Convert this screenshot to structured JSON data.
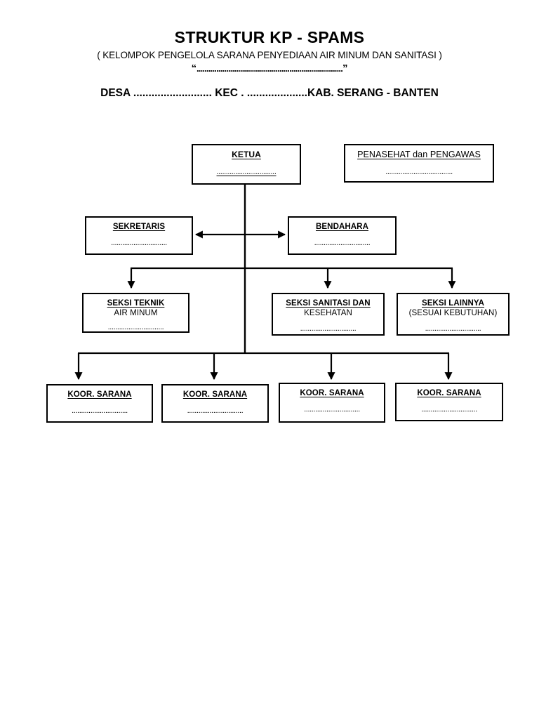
{
  "header": {
    "title": "STRUKTUR KP - SPAMS",
    "subtitle": "( KELOMPOK PENGELOLA SARANA PENYEDIAAN AIR MINUM DAN SANITASI )",
    "quote_open": "“",
    "quote_dots": "..........................................................................",
    "quote_close": "”",
    "location": "DESA ..........................   KEC . ....................KAB. SERANG - BANTEN"
  },
  "chart_data": {
    "type": "diagram",
    "title": "STRUKTUR KP - SPAMS",
    "orientation": "top-down organizational hierarchy",
    "nodes": [
      {
        "id": "ketua",
        "title": "KETUA",
        "title_underlined": true,
        "fill_line": "................................",
        "fill_underlined": true,
        "level": 1
      },
      {
        "id": "penasehat",
        "title": "PENASEHAT dan PENGAWAS",
        "title_underlined": true,
        "fill_line": "....................................",
        "fill_underlined": false,
        "level": 1,
        "detached": true
      },
      {
        "id": "sekretaris",
        "title": "SEKRETARIS",
        "title_underlined": true,
        "fill_line": "..............................",
        "fill_underlined": false,
        "level": 2
      },
      {
        "id": "bendahara",
        "title": "BENDAHARA",
        "title_underlined": true,
        "fill_line": "..............................",
        "fill_underlined": false,
        "level": 2
      },
      {
        "id": "seksi-teknik",
        "title": "SEKSI TEKNIK",
        "title_line2": "AIR MINUM",
        "title_underlined": true,
        "fill_line": "..............................",
        "fill_underlined": false,
        "level": 3
      },
      {
        "id": "seksi-sanitasi",
        "title": "SEKSI SANITASI DAN",
        "title_line2": "KESEHATAN",
        "title_underlined": true,
        "fill_line": "..............................",
        "fill_underlined": false,
        "level": 3
      },
      {
        "id": "seksi-lainnya",
        "title": "SEKSI LAINNYA",
        "title_line2": "(SESUAI KEBUTUHAN)",
        "title_underlined": true,
        "fill_line": "..............................",
        "fill_underlined": false,
        "level": 3
      },
      {
        "id": "koor-sarana-1",
        "title": "KOOR. SARANA",
        "title_underlined": true,
        "fill_line": "..............................",
        "fill_underlined": false,
        "level": 4
      },
      {
        "id": "koor-sarana-2",
        "title": "KOOR. SARANA",
        "title_underlined": true,
        "fill_line": "..............................",
        "fill_underlined": false,
        "level": 4
      },
      {
        "id": "koor-sarana-3",
        "title": "KOOR. SARANA",
        "title_underlined": true,
        "fill_line": "..............................",
        "fill_underlined": false,
        "level": 4
      },
      {
        "id": "koor-sarana-4",
        "title": "KOOR. SARANA",
        "title_underlined": true,
        "fill_line": "..............................",
        "fill_underlined": false,
        "level": 4
      }
    ],
    "edges": [
      {
        "from": "ketua",
        "to": "sekretaris",
        "style": "double-arrow-horizontal"
      },
      {
        "from": "ketua",
        "to": "bendahara",
        "style": "double-arrow-horizontal"
      },
      {
        "from": "ketua",
        "to": "seksi-teknik",
        "style": "arrow"
      },
      {
        "from": "ketua",
        "to": "seksi-sanitasi",
        "style": "arrow"
      },
      {
        "from": "ketua",
        "to": "seksi-lainnya",
        "style": "arrow"
      },
      {
        "from": "ketua",
        "to": "koor-sarana-1",
        "style": "arrow"
      },
      {
        "from": "ketua",
        "to": "koor-sarana-2",
        "style": "arrow"
      },
      {
        "from": "ketua",
        "to": "koor-sarana-3",
        "style": "arrow"
      },
      {
        "from": "ketua",
        "to": "koor-sarana-4",
        "style": "arrow"
      }
    ],
    "colors": {
      "line": "#000000",
      "box_border": "#000000",
      "box_fill": "#ffffff",
      "text": "#000000"
    }
  }
}
